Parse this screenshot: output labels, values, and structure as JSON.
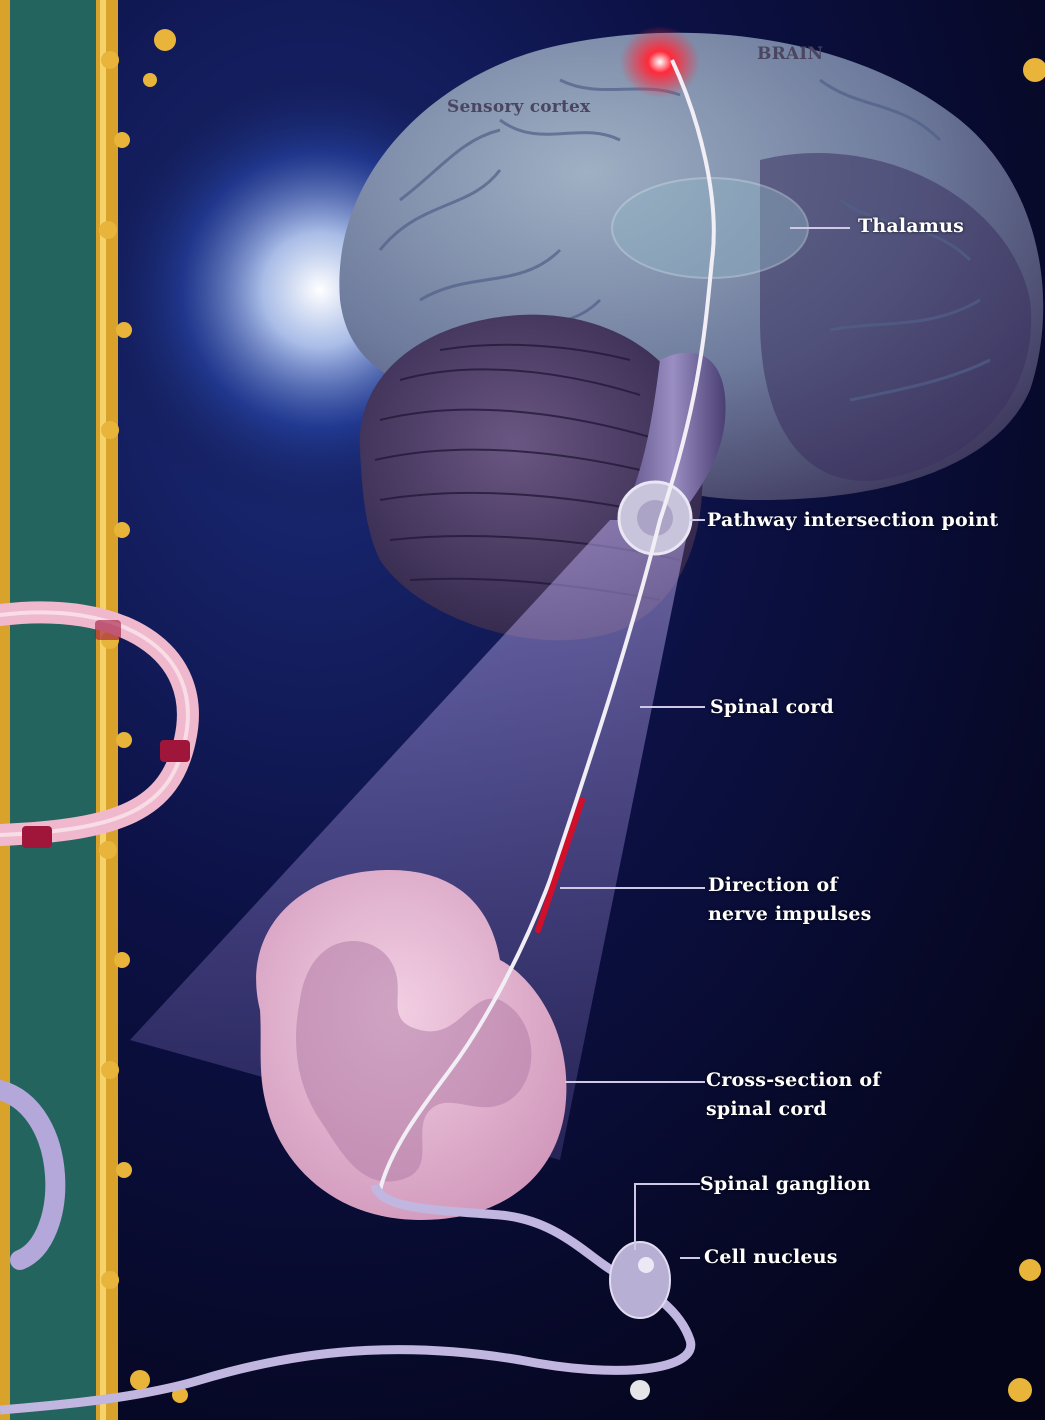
{
  "labels": {
    "brain": "BRAIN",
    "sensory_cortex": "Sensory cortex",
    "thalamus": "Thalamus",
    "pathway_intersection": "Pathway intersection point",
    "spinal_cord": "Spinal cord",
    "direction_line1": "Direction of",
    "direction_line2": "nerve impulses",
    "cross_section_line1": "Cross-section of",
    "cross_section_line2": "spinal cord",
    "spinal_ganglion": "Spinal ganglion",
    "cell_nucleus": "Cell nucleus"
  },
  "colors": {
    "background": "#06061a",
    "brain_tissue": "#7d8ea8",
    "cerebellum": "#4a3a66",
    "cord_cross_section": "#e6b8d2",
    "nerve_fiber": "#f2eef6",
    "impulse_marker": "#d0102a",
    "border_frame": "#d9a22a",
    "border_panel": "#1f5a55"
  }
}
